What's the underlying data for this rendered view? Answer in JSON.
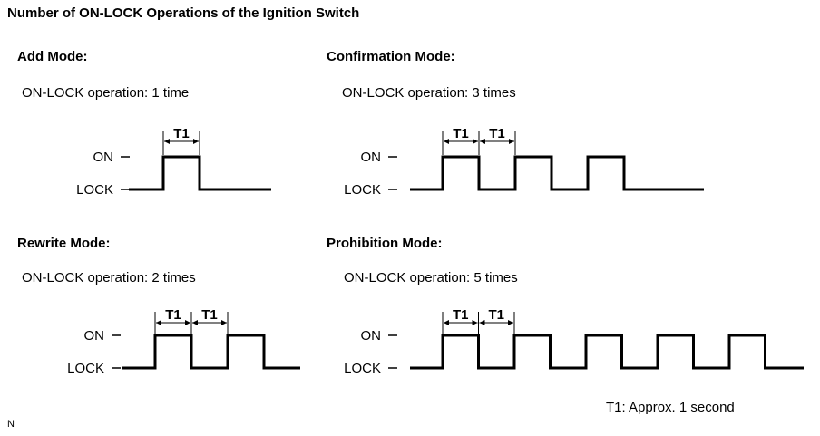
{
  "title": "Number of ON-LOCK Operations of the Ignition Switch",
  "levels": {
    "on": "ON",
    "lock": "LOCK"
  },
  "interval_label": "T1",
  "modes": [
    {
      "id": "add",
      "title": "Add Mode:",
      "operation": "ON-LOCK operation: 1 time",
      "pulses": 1
    },
    {
      "id": "confirmation",
      "title": "Confirmation Mode:",
      "operation": "ON-LOCK operation: 3 times",
      "pulses": 3
    },
    {
      "id": "rewrite",
      "title": "Rewrite Mode:",
      "operation": "ON-LOCK operation: 2 times",
      "pulses": 2
    },
    {
      "id": "prohibition",
      "title": "Prohibition Mode:",
      "operation": "ON-LOCK operation: 5 times",
      "pulses": 5
    }
  ],
  "footnote": "T1: Approx. 1 second",
  "corner_mark": "N"
}
